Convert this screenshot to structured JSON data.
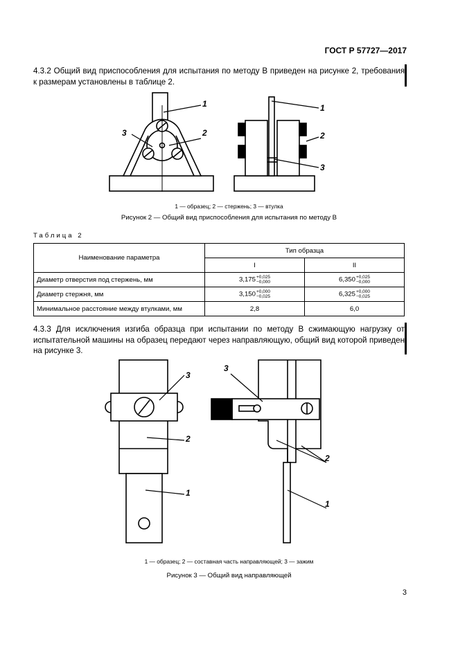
{
  "header": {
    "standard": "ГОСТ Р 57727—2017"
  },
  "para_4_3_2": "4.3.2 Общий вид приспособления для испытания по методу В приведен на рисунке 2, требования к размерам установлены в таблице 2.",
  "figure2": {
    "callouts": [
      "1",
      "2",
      "3"
    ],
    "legend": "1 — образец; 2 — стержень; 3 — втулка",
    "caption": "Рисунок 2 — Общий вид приспособления для испытания по методу В"
  },
  "table2": {
    "title": "Таблица 2",
    "col_param": "Наименование параметра",
    "col_type": "Тип образца",
    "col_types": [
      "I",
      "II"
    ],
    "rows": [
      {
        "name": "Диаметр отверстия под стержень, мм",
        "v1": "3,175",
        "v1_up": "+0,025",
        "v1_lo": "−0,000",
        "v2": "6,350",
        "v2_up": "+0,025",
        "v2_lo": "−0,000"
      },
      {
        "name": "Диаметр стержня, мм",
        "v1": "3,150",
        "v1_up": "+0,000",
        "v1_lo": "−0,025",
        "v2": "6,325",
        "v2_up": "+0,000",
        "v2_lo": "−0,025"
      },
      {
        "name": "Минимальное расстояние между втулками, мм",
        "v1": "2,8",
        "v2": "6,0"
      }
    ]
  },
  "para_4_3_3": "4.3.3 Для исключения изгиба образца при испытании по методу В сжимающую нагрузку от испытательной машины на образец передают через направляющую, общий вид которой приведен на рисунке 3.",
  "figure3": {
    "callouts": [
      "1",
      "2",
      "3"
    ],
    "legend": "1 — образец; 2 — составная часть направляющей; 3 — зажим",
    "caption": "Рисунок 3 — Общий вид направляющей"
  },
  "page_number": "3"
}
